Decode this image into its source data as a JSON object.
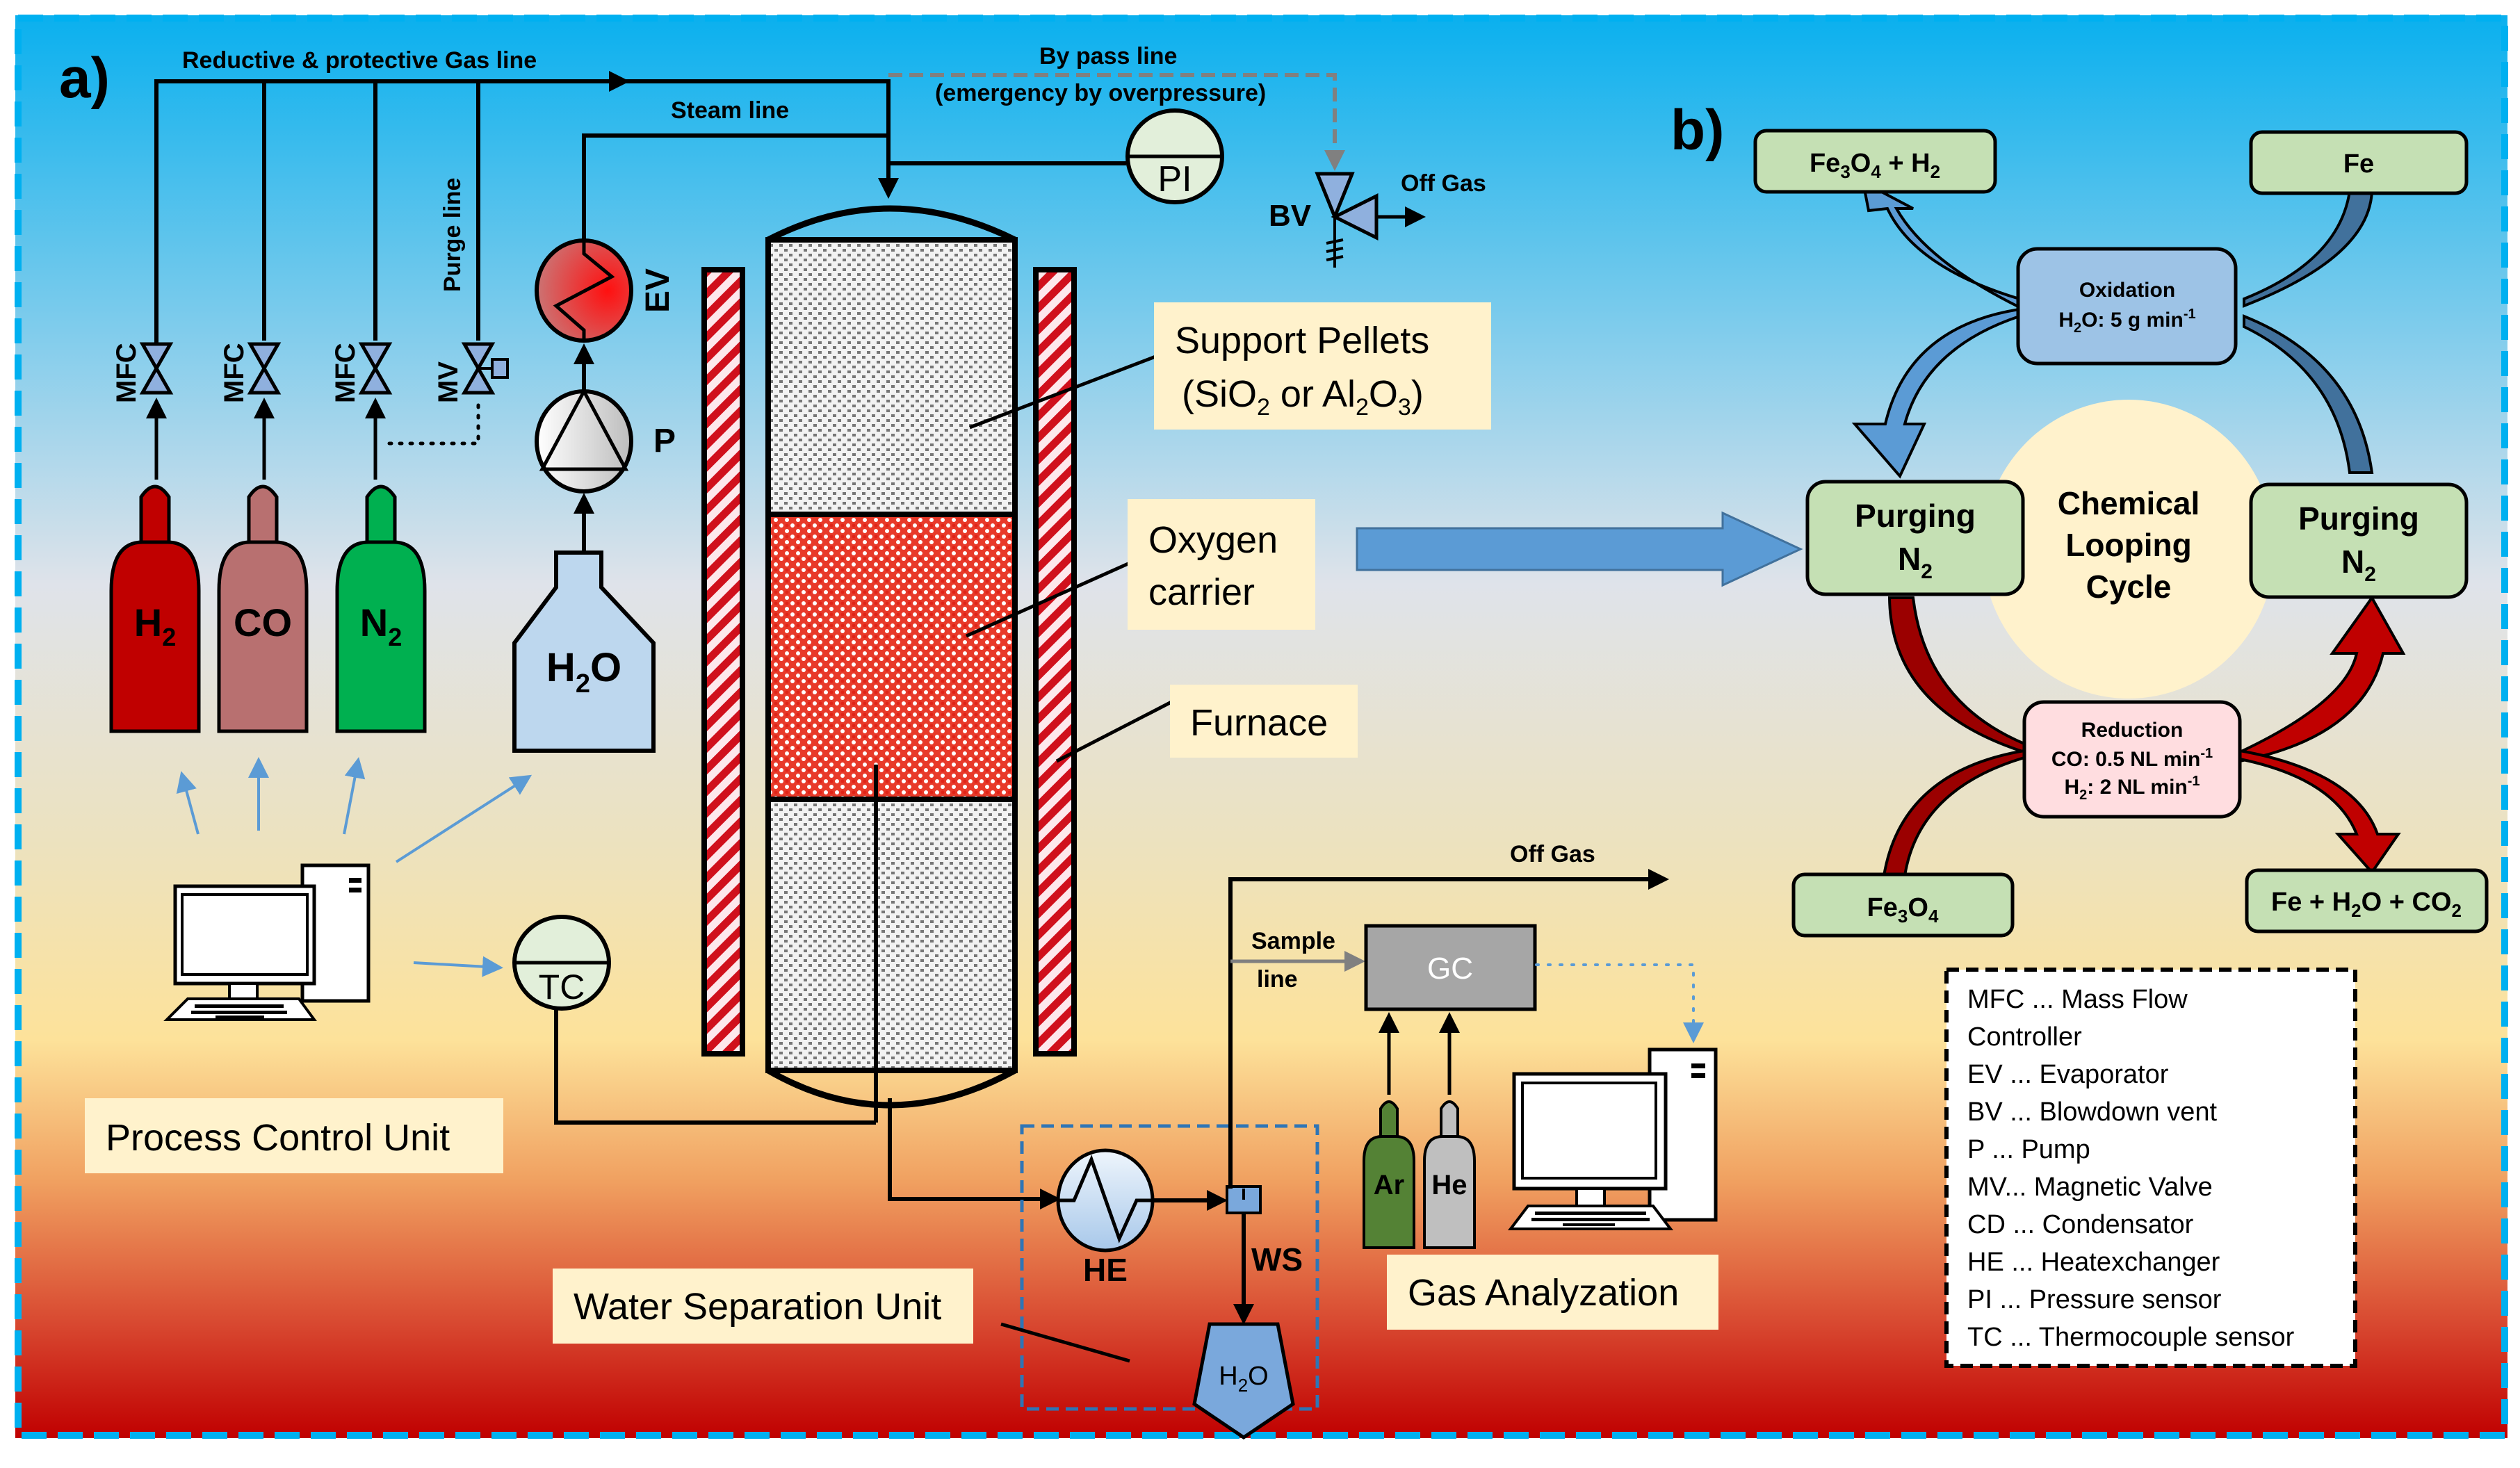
{
  "panel_a": {
    "label": "a)",
    "gas_line_label": "Reductive & protective Gas line",
    "steam_line_label": "Steam line",
    "bypass_label_1": "By pass line",
    "bypass_label_2": "(emergency by overpressure)",
    "purge_line_label": "Purge line",
    "valves": [
      {
        "tag": "MFC"
      },
      {
        "tag": "MFC"
      },
      {
        "tag": "MFC"
      },
      {
        "tag": "MV"
      }
    ],
    "cylinders": [
      {
        "label": "H",
        "sub": "2",
        "color": "#c00000"
      },
      {
        "label": "CO",
        "sub": "",
        "color": "#b87070"
      },
      {
        "label": "N",
        "sub": "2",
        "color": "#00b050"
      }
    ],
    "water_tank": {
      "label": "H",
      "sub": "2",
      "tail": "O"
    },
    "evaporator_tag": "EV",
    "pump_tag": "P",
    "pressure_sensor_tag": "PI",
    "blowdown_vent_tag": "BV",
    "off_gas_top": "Off Gas",
    "off_gas_bottom": "Off Gas",
    "thermocouple_tag": "TC",
    "callouts": {
      "support_pellets_1": "Support Pellets",
      "support_pellets_2": {
        "p1": "(SiO",
        "s1": "2",
        "p2": " or Al",
        "s2": "2",
        "p3": "O",
        "s3": "3",
        "p4": ")"
      },
      "oxygen_carrier_1": "Oxygen",
      "oxygen_carrier_2": "carrier",
      "furnace": "Furnace",
      "process_control_unit": "Process Control Unit",
      "water_separation_unit": "Water Separation Unit",
      "gas_analyzation": "Gas Analyzation"
    },
    "heat_exchanger_tag": "HE",
    "water_separator_tag": "WS",
    "condensate": {
      "label": "H",
      "sub": "2",
      "tail": "O"
    },
    "sample_line_1": "Sample",
    "sample_line_2": "line",
    "gc_label": "GC",
    "carrier_gases": [
      {
        "label": "Ar",
        "color": "#548235"
      },
      {
        "label": "He",
        "color": "#bfbfbf"
      }
    ]
  },
  "panel_b": {
    "label": "b)",
    "center_1": "Chemical",
    "center_2": "Looping",
    "center_3": "Cycle",
    "boxes": {
      "top_left": {
        "p1": "Fe",
        "s1": "3",
        "p2": "O",
        "s2": "4",
        "p3": " + H",
        "s3": "2"
      },
      "top_right": "Fe",
      "purge_left_1": "Purging",
      "purge_left_2": {
        "p1": "N",
        "s1": "2"
      },
      "purge_right_1": "Purging",
      "purge_right_2": {
        "p1": "N",
        "s1": "2"
      },
      "bottom_left": {
        "p1": "Fe",
        "s1": "3",
        "p2": "O",
        "s2": "4"
      },
      "bottom_right": {
        "p1": "Fe + H",
        "s1": "2",
        "p2": "O + CO",
        "s2": "2"
      }
    },
    "oxidation": {
      "title": "Oxidation",
      "line": {
        "p1": "H",
        "s1": "2",
        "p2": "O: 5 g min",
        "sup": "-1"
      }
    },
    "reduction": {
      "title": "Reduction",
      "line1": {
        "p1": "CO: 0.5 NL min",
        "sup": "-1"
      },
      "line2": {
        "p1": "H",
        "s1": "2",
        "p2": ": 2 NL min",
        "sup": "-1"
      }
    }
  },
  "legend": [
    "MFC ... Mass Flow",
    "Controller",
    "EV ... Evaporator",
    "BV ... Blowdown vent",
    "P ... Pump",
    "MV... Magnetic Valve",
    "CD ... Condensator",
    "HE ... Heatexchanger",
    "PI ... Pressure sensor",
    "TC ... Thermocouple sensor"
  ],
  "colors": {
    "frame_dash": "#00b0f0",
    "bg_top": "#0ab0ee",
    "bg_mid": "#e4e4e0",
    "bg_yellow": "#fde29a",
    "bg_bottom": "#c00000",
    "callout_bg": "#fff2cc",
    "box_green": "#c5e0b4",
    "oxidation_box": "#9dc3e6",
    "reduction_box": "#ffdde0",
    "arrow_blue": "#5b9bd5",
    "arrow_darkblue": "#41719c",
    "arrow_red": "#c00000",
    "arrow_darkred": "#9b0000"
  }
}
